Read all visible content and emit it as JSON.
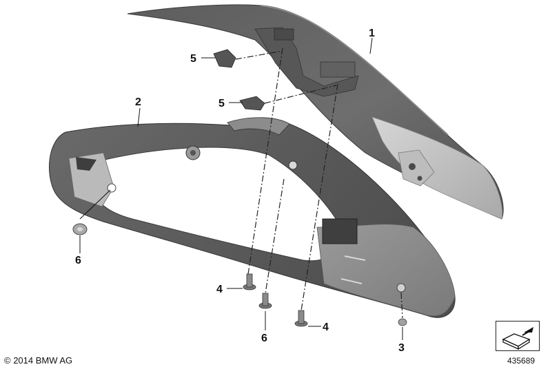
{
  "callouts": [
    {
      "label": "1"
    },
    {
      "label": "2"
    },
    {
      "label": "5"
    },
    {
      "label": "5"
    },
    {
      "label": "6"
    },
    {
      "label": "4"
    },
    {
      "label": "6"
    },
    {
      "label": "4"
    },
    {
      "label": "3"
    }
  ],
  "footer": {
    "copyright": "© 2014 BMW AG",
    "figure_number": "435689"
  },
  "colors": {
    "dark_part": "#6a6a6a",
    "light_part": "#c6c6c6",
    "frame": "#555555",
    "line": "#111111"
  }
}
